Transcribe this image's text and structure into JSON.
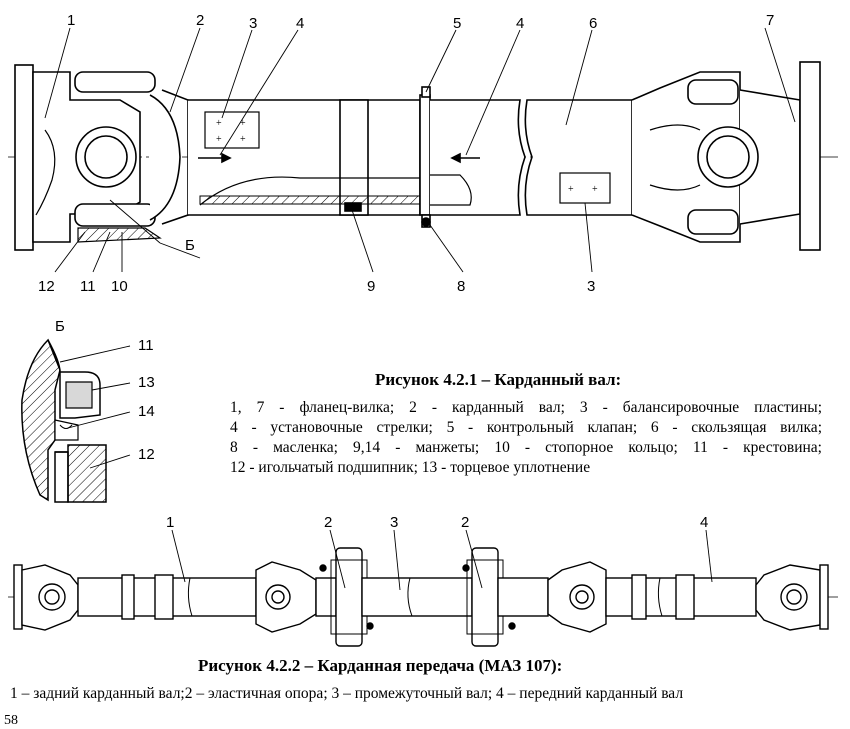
{
  "figure1": {
    "title": "Рисунок 4.2.1 – Карданный вал:",
    "description_lines": [
      "1, 7 - фланец-вилка; 2 - карданный вал; 3 - балансировочные пластины;",
      "4 - установочные стрелки; 5 - контрольный клапан; 6 - скользящая вилка;",
      "8 - масленка; 9,14 - манжеты; 10 - стопорное кольцо; 11 - крестовина;",
      "12 - игольчатый подшипник; 13 - торцевое уплотнение"
    ],
    "callouts": [
      "1",
      "2",
      "3",
      "4",
      "5",
      "4",
      "6",
      "7",
      "12",
      "11",
      "10",
      "9",
      "8",
      "3",
      "Б"
    ],
    "detail_view": {
      "letter": "Б",
      "callouts": [
        "11",
        "13",
        "14",
        "12"
      ]
    }
  },
  "figure2": {
    "title": "Рисунок 4.2.2 – Карданная передача (МАЗ 107):",
    "description": "1 – задний карданный вал;2 – эластичная опора; 3 – промежуточный вал; 4 – передний карданный вал",
    "callouts": [
      "1",
      "2",
      "3",
      "2",
      "4"
    ]
  },
  "page_number": "58"
}
